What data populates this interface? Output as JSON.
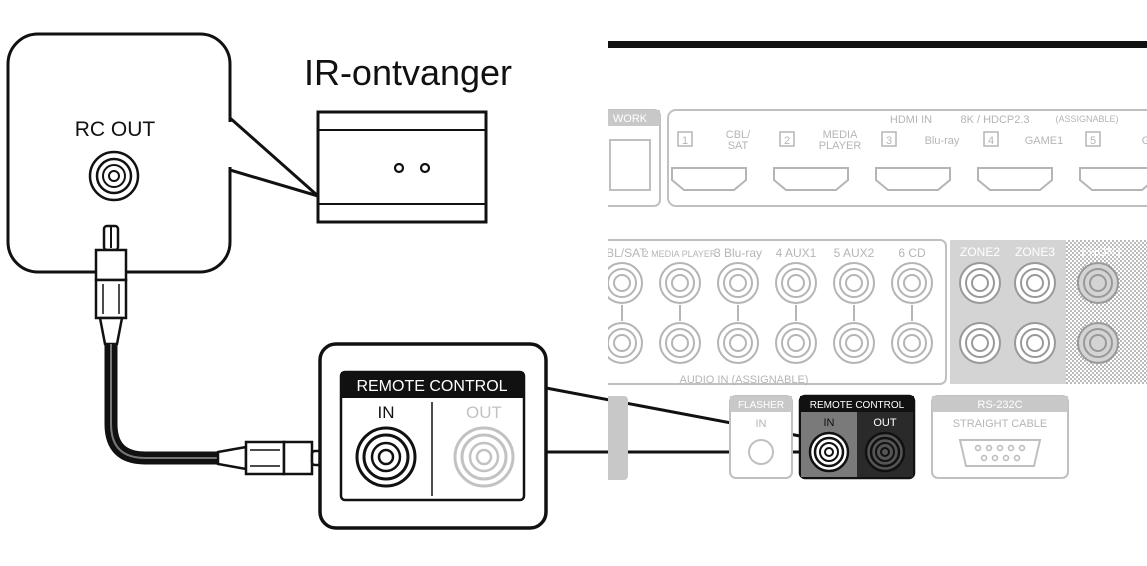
{
  "diagram": {
    "title": "IR-ontvanger",
    "device_port_label": "RC OUT",
    "zoom_panel": {
      "header": "REMOTE CONTROL",
      "in_label": "IN",
      "out_label": "OUT"
    },
    "rear_panel": {
      "network_label": "WORK",
      "hdmi": {
        "heading": "HDMI IN",
        "spec": "8K / HDCP2.3",
        "assignable": "(ASSIGNABLE)",
        "inputs": [
          {
            "num": "1",
            "name": "CBL/\nSAT"
          },
          {
            "num": "2",
            "name": "MEDIA\nPLAYER"
          },
          {
            "num": "3",
            "name": "Blu-ray"
          },
          {
            "num": "4",
            "name": "GAME1"
          },
          {
            "num": "5",
            "name": "G"
          }
        ]
      },
      "audio_labels": [
        "CBL/SAT",
        "2 MEDIA PLAYER",
        "3 Blu-ray",
        "4 AUX1",
        "5 AUX2",
        "6 CD"
      ],
      "audio_in_label": "AUDIO IN (ASSIGNABLE)",
      "zone_labels": [
        "ZONE2",
        "ZONE3",
        "FRONT"
      ],
      "flasher": {
        "header": "FLASHER",
        "in": "IN"
      },
      "remote_control": {
        "header": "REMOTE CONTROL",
        "in": "IN",
        "out": "OUT"
      },
      "rs232": {
        "header": "RS-232C",
        "sub": "STRAIGHT CABLE"
      }
    },
    "colors": {
      "ink": "#111111",
      "panel_gray": "#c8c8c8",
      "panel_line": "#b5b5b5",
      "zone_fill": "#d4d4d4",
      "remote_in_fill": "#7a7a7a",
      "remote_out_fill": "#2a2a2a"
    }
  }
}
